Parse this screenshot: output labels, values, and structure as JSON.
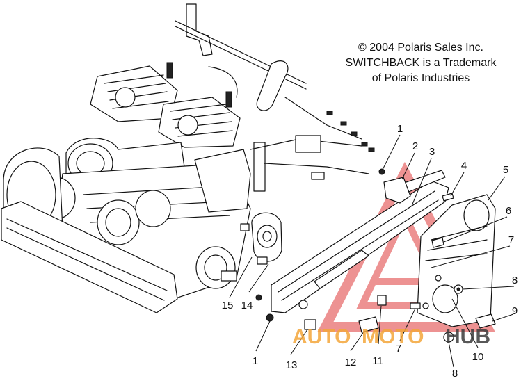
{
  "copyright": {
    "line1": "© 2004 Polaris Sales Inc.",
    "line2": "SWITCHBACK is a Trademark",
    "line3": "of Polaris Industries"
  },
  "callouts": [
    {
      "id": "c1a",
      "label": "1"
    },
    {
      "id": "c2",
      "label": "2"
    },
    {
      "id": "c3",
      "label": "3"
    },
    {
      "id": "c4",
      "label": "4"
    },
    {
      "id": "c5",
      "label": "5"
    },
    {
      "id": "c6",
      "label": "6"
    },
    {
      "id": "c7a",
      "label": "7"
    },
    {
      "id": "c8a",
      "label": "8"
    },
    {
      "id": "c9",
      "label": "9"
    },
    {
      "id": "c10",
      "label": "10"
    },
    {
      "id": "c8b",
      "label": "8"
    },
    {
      "id": "c7b",
      "label": "7"
    },
    {
      "id": "c11",
      "label": "11"
    },
    {
      "id": "c12",
      "label": "12"
    },
    {
      "id": "c13",
      "label": "13"
    },
    {
      "id": "c1b",
      "label": "1"
    },
    {
      "id": "c14",
      "label": "14"
    },
    {
      "id": "c15",
      "label": "15"
    }
  ],
  "watermark": {
    "part1": "AUTO",
    "part2": "MOTO",
    "part3": "HUB",
    "color_red": "#e03a3a",
    "color_orange": "#f4a63a",
    "color_gray": "#3c3c3c"
  }
}
